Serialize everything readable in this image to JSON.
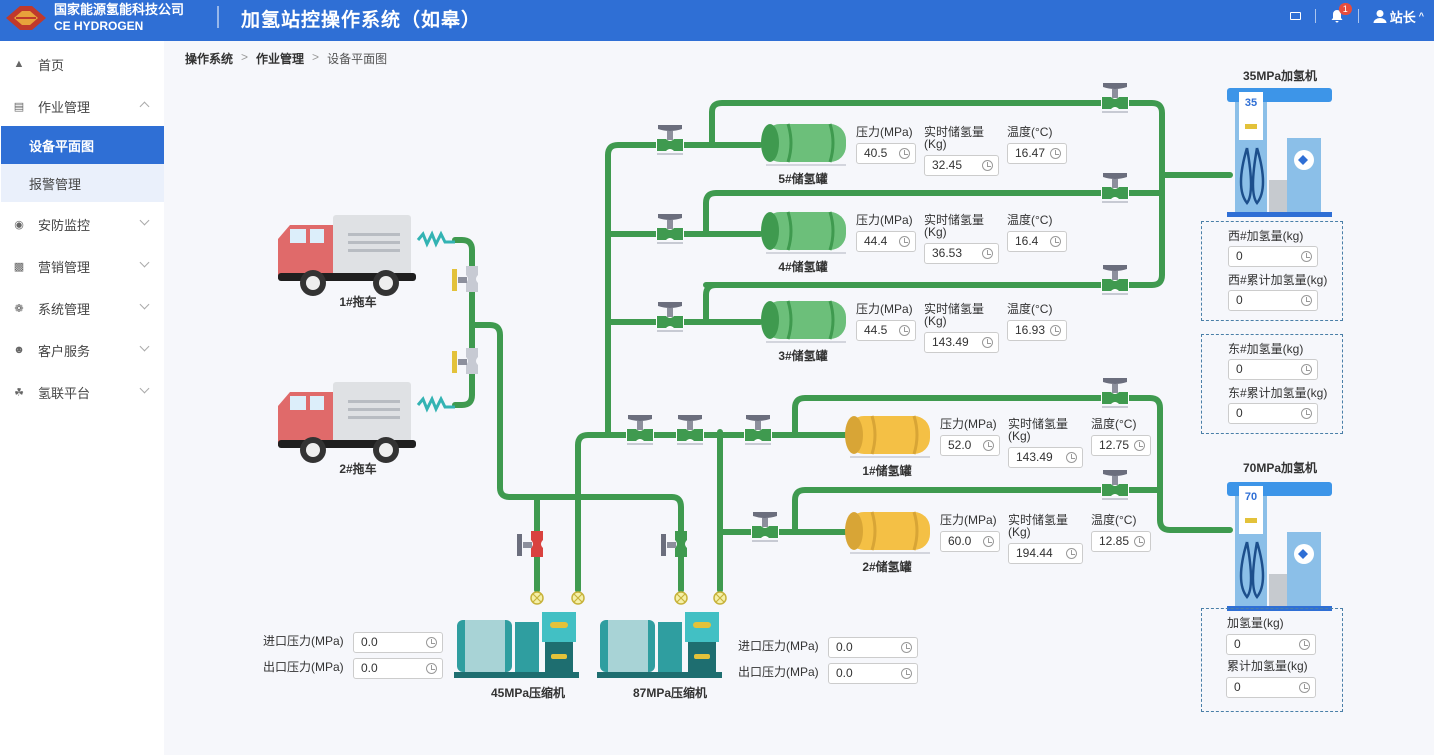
{
  "header": {
    "company_cn": "国家能源氢能科技公司",
    "company_en": "CE HYDROGEN",
    "title": "加氢站控操作系统（如皋）",
    "notification_count": "1",
    "user": "站长"
  },
  "sidebar": {
    "items": [
      {
        "label": "首页",
        "icon": "home-icon"
      },
      {
        "label": "作业管理",
        "icon": "list-icon",
        "expanded": true,
        "children": [
          {
            "label": "设备平面图",
            "active": true
          },
          {
            "label": "报警管理"
          }
        ]
      },
      {
        "label": "安防监控",
        "icon": "camera-icon"
      },
      {
        "label": "营销管理",
        "icon": "chart-icon"
      },
      {
        "label": "系统管理",
        "icon": "gear-icon"
      },
      {
        "label": "客户服务",
        "icon": "customer-icon"
      },
      {
        "label": "氢联平台",
        "icon": "platform-icon"
      }
    ]
  },
  "breadcrumb": [
    "操作系统",
    "作业管理",
    "设备平面图"
  ],
  "trucks": [
    {
      "label": "1#拖车"
    },
    {
      "label": "2#拖车"
    }
  ],
  "field_labels": {
    "pressure": "压力(MPa)",
    "storage": "实时储氢量",
    "storage_unit": "(Kg)",
    "temperature": "温度(°C)"
  },
  "tanks": [
    {
      "name": "5#储氢罐",
      "pressure": "40.5",
      "storage": "32.45",
      "temperature": "16.47",
      "color": "#6cbf7a"
    },
    {
      "name": "4#储氢罐",
      "pressure": "44.4",
      "storage": "36.53",
      "temperature": "16.4",
      "color": "#6cbf7a"
    },
    {
      "name": "3#储氢罐",
      "pressure": "44.5",
      "storage": "143.49",
      "temperature": "16.93",
      "color": "#6cbf7a"
    },
    {
      "name": "1#储氢罐",
      "pressure": "52.0",
      "storage": "143.49",
      "temperature": "12.75",
      "color": "#f4c045"
    },
    {
      "name": "2#储氢罐",
      "pressure": "60.0",
      "storage": "194.44",
      "temperature": "12.85",
      "color": "#f4c045"
    }
  ],
  "compressors": [
    {
      "name": "45MPa压缩机",
      "inlet_label": "进口压力(MPa)",
      "inlet": "0.0",
      "outlet_label": "出口压力(MPa)",
      "outlet": "0.0"
    },
    {
      "name": "87MPa压缩机",
      "inlet_label": "进口压力(MPa)",
      "inlet": "0.0",
      "outlet_label": "出口压力(MPa)",
      "outlet": "0.0"
    }
  ],
  "dispensers": [
    {
      "name": "35MPa加氢机",
      "badge": "35",
      "fields": [
        {
          "label": "西#加氢量(kg)",
          "value": "0"
        },
        {
          "label": "西#累计加氢量(kg)",
          "value": "0"
        },
        {
          "label": "东#加氢量(kg)",
          "value": "0"
        },
        {
          "label": "东#累计加氢量(kg)",
          "value": "0"
        }
      ]
    },
    {
      "name": "70MPa加氢机",
      "badge": "70",
      "fields": [
        {
          "label": "加氢量(kg)",
          "value": "0"
        },
        {
          "label": "累计加氢量(kg)",
          "value": "0"
        }
      ]
    }
  ],
  "colors": {
    "header": "#2f6fd5",
    "pipe": "#3f9a4f",
    "valve_red": "#d9423f",
    "valve_yellow": "#e3c23a"
  }
}
